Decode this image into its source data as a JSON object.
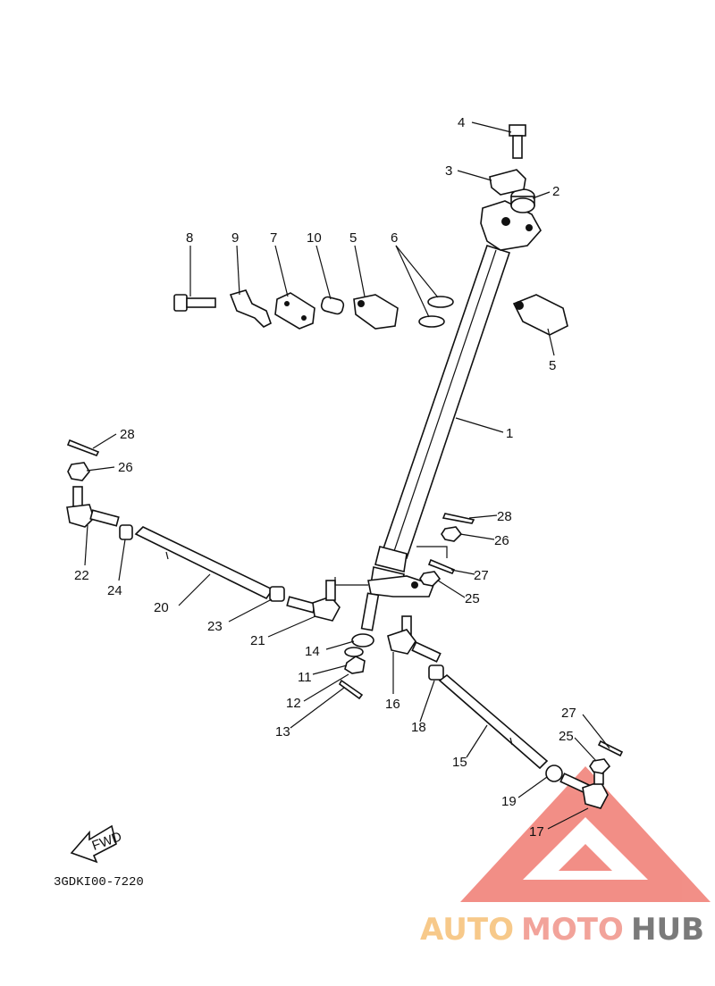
{
  "diagram_code": "3GDKI00-7220",
  "fwd_label": "FWD",
  "watermark": {
    "part1": "AUTO",
    "part2": "MOTO",
    "part3": "HUB",
    "color1": "#f7c98a",
    "color2": "#f2a39a",
    "color3": "#7a7a7a",
    "triangle_color": "#f07b72"
  },
  "callouts": {
    "c1": "1",
    "c2": "2",
    "c3": "3",
    "c4": "4",
    "c5a": "5",
    "c5b": "5",
    "c6": "6",
    "c7": "7",
    "c8": "8",
    "c9": "9",
    "c10": "10",
    "c11": "11",
    "c12": "12",
    "c13": "13",
    "c14": "14",
    "c15": "15",
    "c16": "16",
    "c17": "17",
    "c18": "18",
    "c19": "19",
    "c20": "20",
    "c21": "21",
    "c22": "22",
    "c23": "23",
    "c24": "24",
    "c25a": "25",
    "c25b": "25",
    "c26a": "26",
    "c26b": "26",
    "c27a": "27",
    "c27b": "27",
    "c28a": "28",
    "c28b": "28"
  }
}
